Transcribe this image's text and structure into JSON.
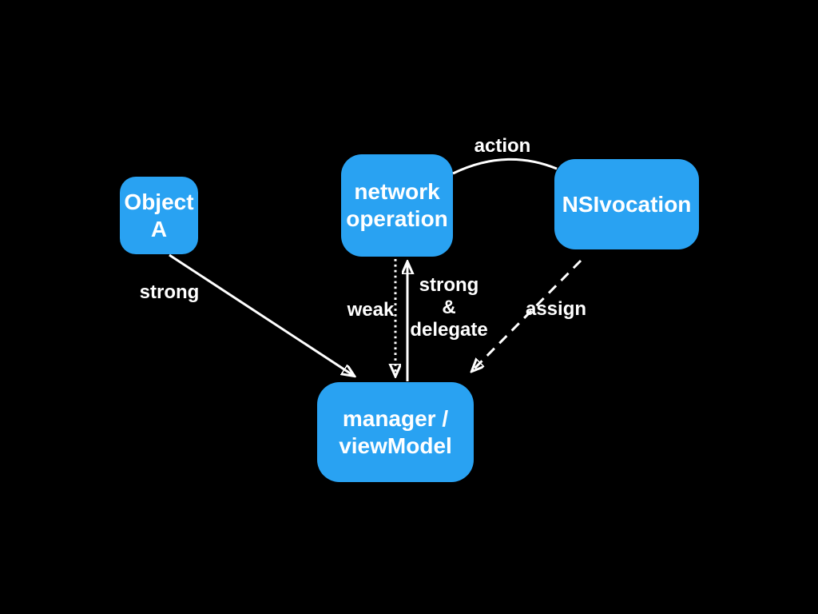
{
  "diagram": {
    "colors": {
      "background": "#000000",
      "node_fill": "#29a2f2",
      "node_text": "#ffffff",
      "edge": "#ffffff",
      "label_text": "#ffffff"
    },
    "nodes": {
      "object_a": {
        "label": "Object\nA"
      },
      "network_operation": {
        "label": "network\noperation"
      },
      "nsivocation": {
        "label": "NSIvocation"
      },
      "manager_viewmodel": {
        "label": "manager /\nviewModel"
      }
    },
    "edges": {
      "strong": {
        "label": "strong",
        "style": "solid-arrow",
        "from": "object_a",
        "to": "manager_viewmodel"
      },
      "weak": {
        "label": "weak",
        "style": "dotted-arrow",
        "from": "network_operation",
        "to": "manager_viewmodel"
      },
      "strong_delegate": {
        "label": "strong\n&\ndelegate",
        "style": "solid-arrow",
        "from": "manager_viewmodel",
        "to": "network_operation"
      },
      "assign": {
        "label": "assign",
        "style": "dashed-arrow",
        "from": "nsivocation",
        "to": "manager_viewmodel"
      },
      "action": {
        "label": "action",
        "style": "curved-line",
        "from": "network_operation",
        "to": "nsivocation"
      }
    }
  }
}
